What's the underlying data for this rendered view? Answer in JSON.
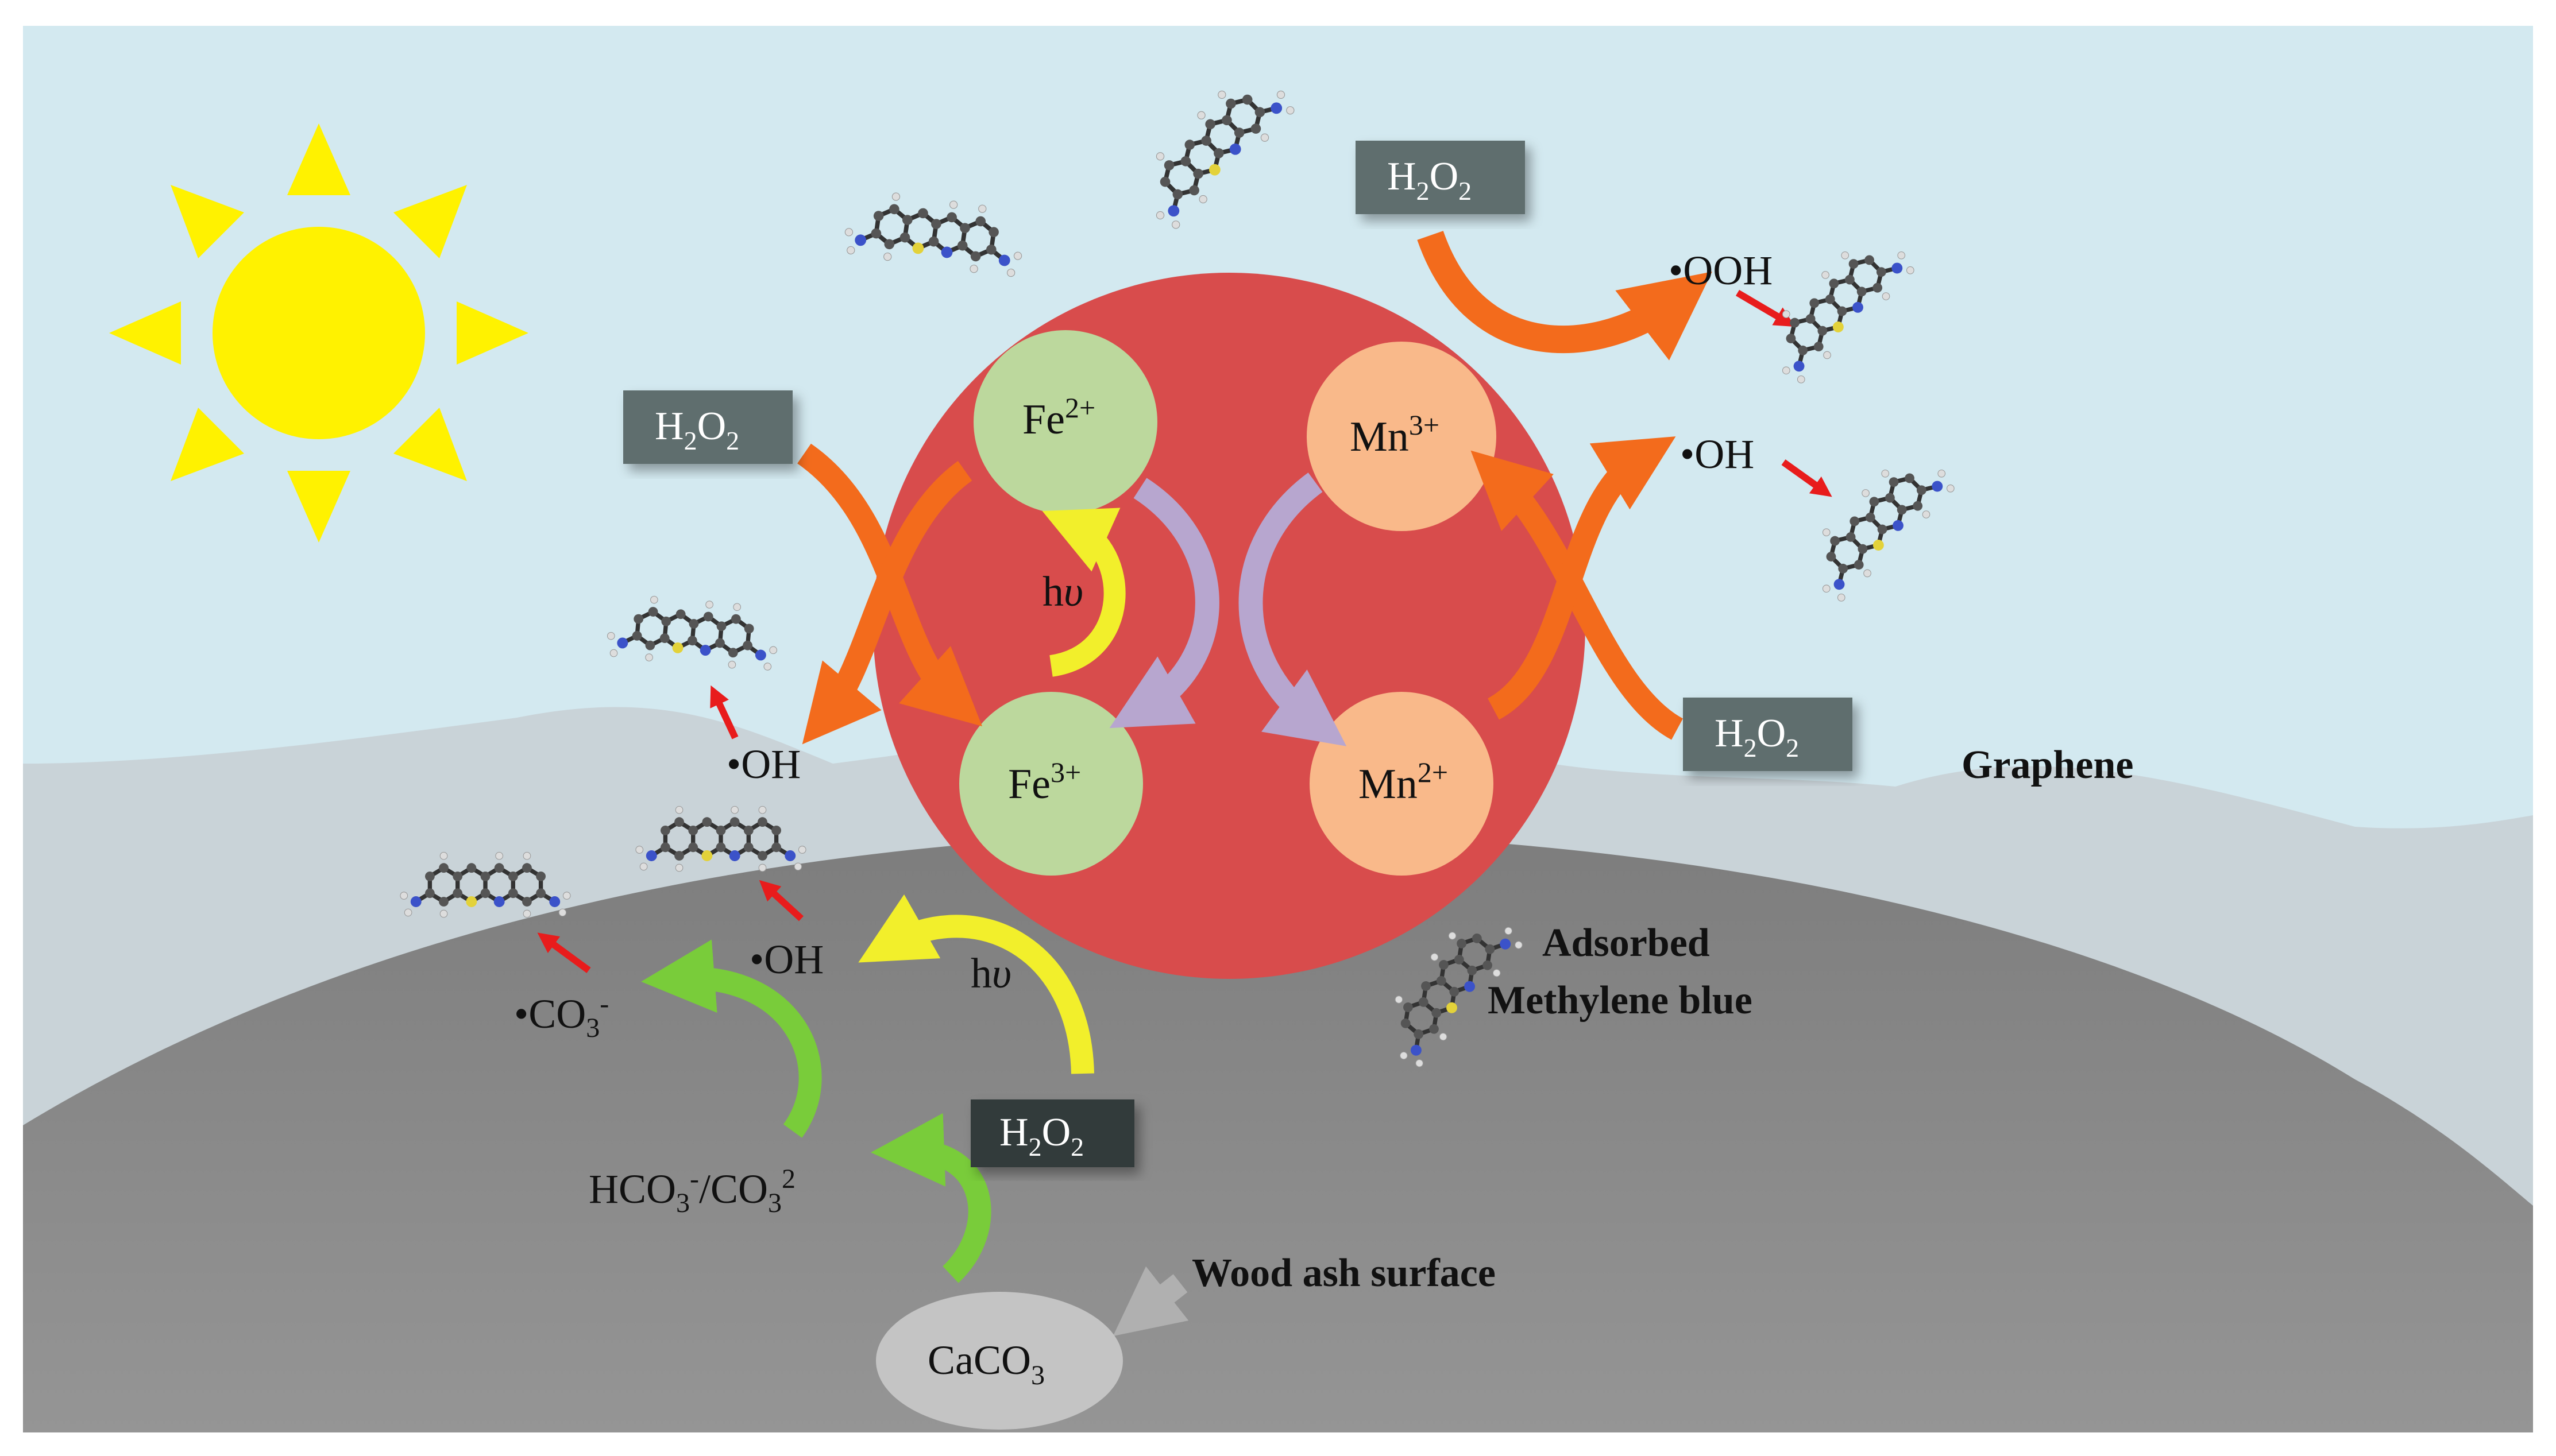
{
  "colors": {
    "sky": "#d3e9f0",
    "sun": "#fff200",
    "particle": "#d84c4c",
    "iron_circle": "#bcd89d",
    "manganese_circle": "#f9b98a",
    "h2o2_box": "#5e6e6e",
    "graphene": "#c9d3d8",
    "wood_ash": "#8a8a8a",
    "orange_arrow": "#f36b1c",
    "purple_arrow": "#b7a6cf",
    "yellow_arrow": "#f2ef2b",
    "green_arrow": "#79cc3a",
    "red_arrow": "#e81c1c"
  },
  "icons": [
    "sun-icon",
    "methylene-blue-molecule-icon"
  ],
  "nodes": {
    "fe2": {
      "base": "Fe",
      "sup": "2+"
    },
    "fe3": {
      "base": "Fe",
      "sup": "3+"
    },
    "mn3": {
      "base": "Mn",
      "sup": "3+"
    },
    "mn2": {
      "base": "Mn",
      "sup": "2+"
    }
  },
  "h2o2": {
    "h": "H",
    "sub1": "2",
    "o": "O",
    "sub2": "2"
  },
  "radicals": {
    "ooh": "•OOH",
    "oh": "•OH",
    "co3": {
      "base": "•CO",
      "sub": "3",
      "sup": "-"
    }
  },
  "hv": {
    "h": "h",
    "nu": "υ"
  },
  "carbonate": {
    "p1": "HCO",
    "s1": "3",
    "sp1": "-",
    "p2": "/CO",
    "s2": "3",
    "sp2": "2"
  },
  "caco3": {
    "base": "CaCO",
    "sub": "3"
  },
  "labels": {
    "graphene": "Graphene",
    "adsorbed_line1": "Adsorbed",
    "adsorbed_line2": "Methylene blue",
    "wood_ash": "Wood ash surface"
  }
}
